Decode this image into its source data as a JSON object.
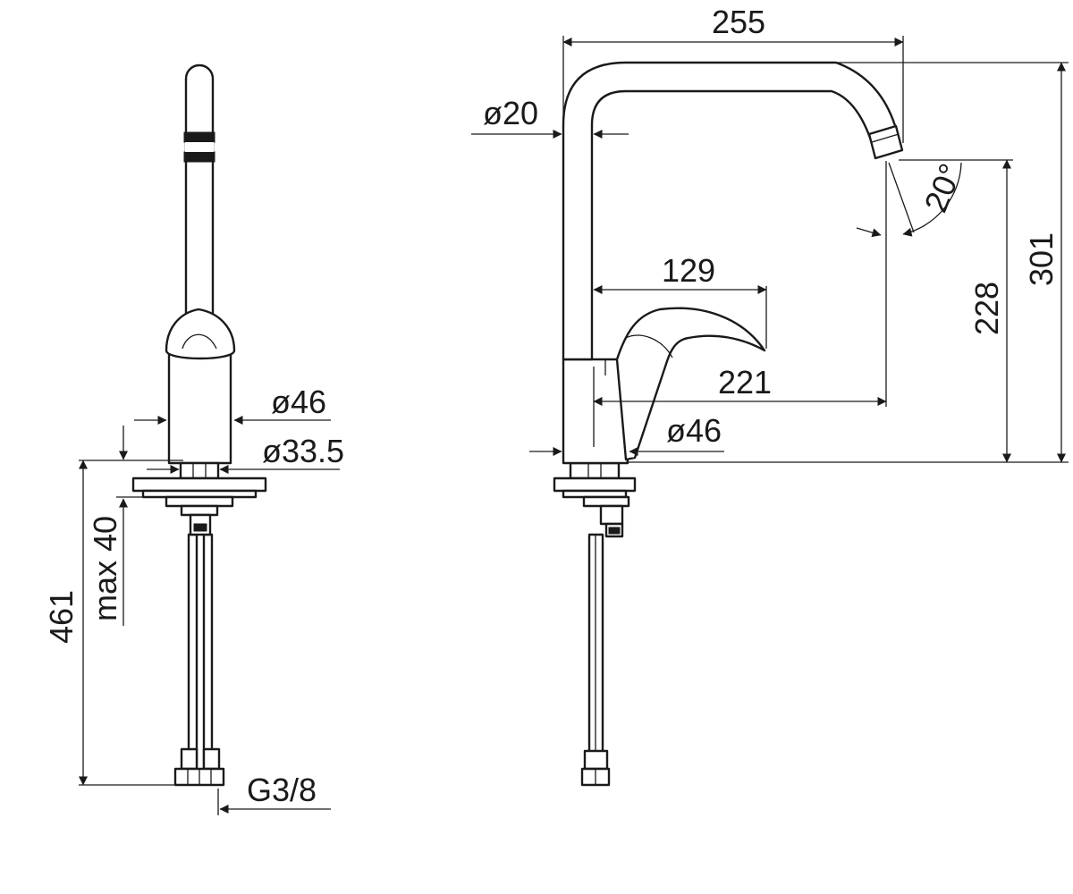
{
  "dimensions": {
    "side_diameter_body": "ø46",
    "side_diameter_shank": "ø33.5",
    "side_max_thickness": "max 40",
    "side_total_length": "461",
    "side_thread": "G3/8",
    "front_reach": "255",
    "front_diameter_spout": "ø20",
    "front_handle_reach": "129",
    "front_outlet_reach": "221",
    "front_diameter_base": "ø46",
    "front_spout_angle": "20°",
    "front_outlet_height": "228",
    "front_total_height": "301"
  }
}
